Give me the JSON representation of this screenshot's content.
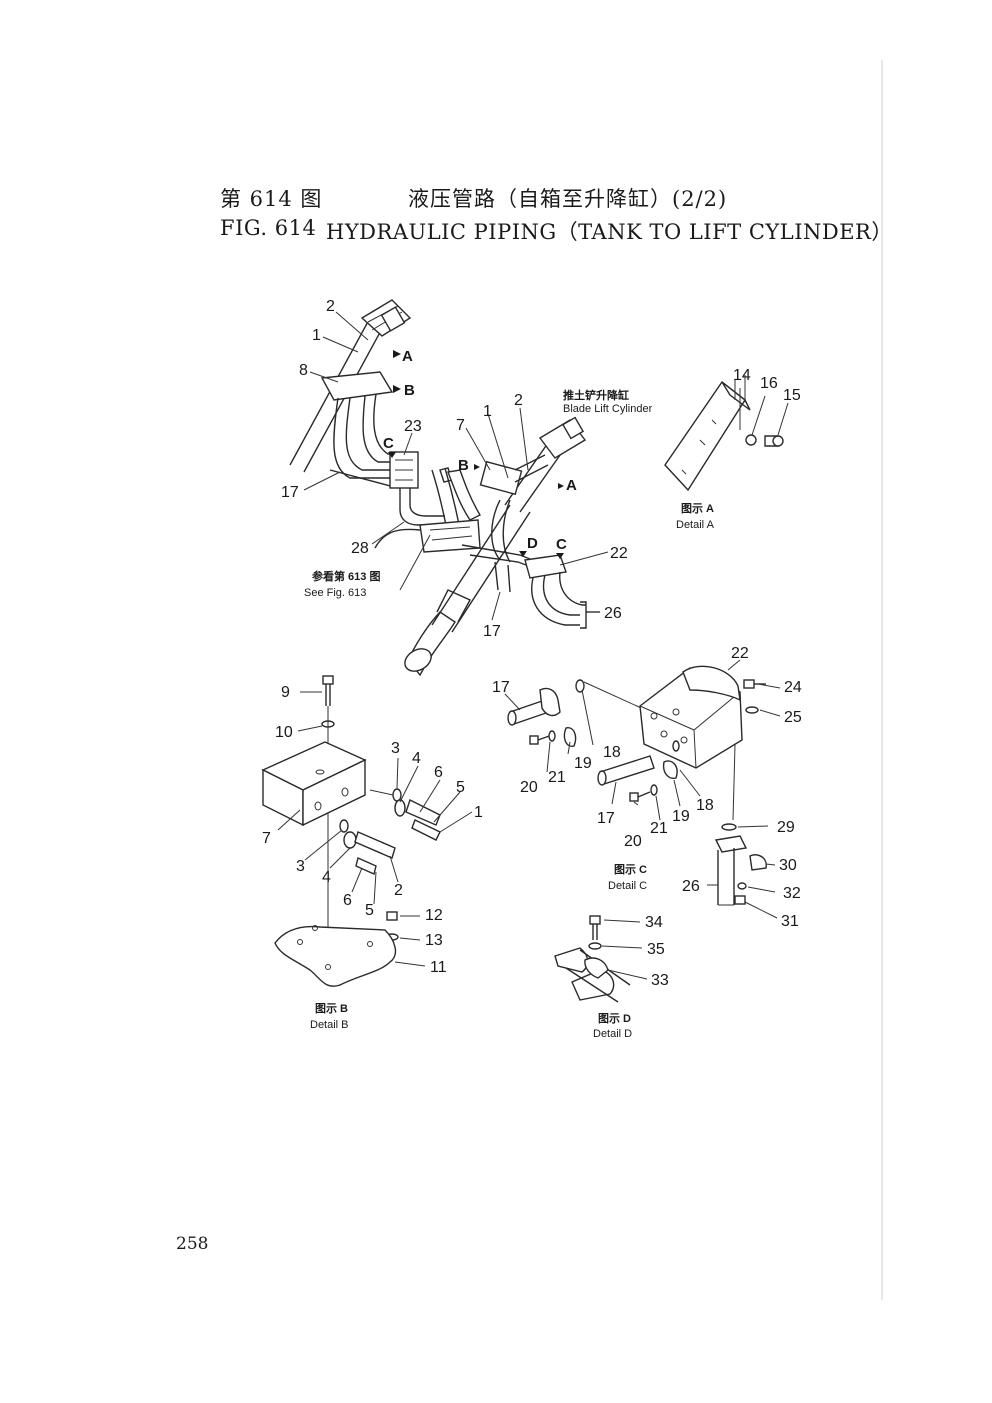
{
  "header": {
    "figure_number_cn": "第 614 图",
    "title_cn": "液压管路（自箱至升降缸）(2/2)",
    "figure_number_en": "FIG. 614",
    "title_en": "HYDRAULIC PIPING（TANK TO LIFT CYLINDER）"
  },
  "page_number": "258",
  "diagram": {
    "blade_lift_cylinder_cn": "推土铲升降缸",
    "blade_lift_cylinder_en": "Blade Lift Cylinder",
    "see_fig_cn": "参看第 613 图",
    "see_fig_en": "See Fig. 613",
    "detail_a_cn": "图示 A",
    "detail_a_en": "Detail A",
    "detail_b_cn": "图示 B",
    "detail_b_en": "Detail B",
    "detail_c_cn": "图示 C",
    "detail_c_en": "Detail C",
    "detail_d_cn": "图示 D",
    "detail_d_en": "Detail D",
    "view_letters": {
      "a": "A",
      "b": "B",
      "c": "C",
      "d": "D"
    },
    "callouts": {
      "n1": "1",
      "n2": "2",
      "n3": "3",
      "n4": "4",
      "n5": "5",
      "n6": "6",
      "n7": "7",
      "n8": "8",
      "n9": "9",
      "n10": "10",
      "n11": "11",
      "n12": "12",
      "n13": "13",
      "n14": "14",
      "n15": "15",
      "n16": "16",
      "n17": "17",
      "n18": "18",
      "n19": "19",
      "n20": "20",
      "n21": "21",
      "n22": "22",
      "n23": "23",
      "n24": "24",
      "n25": "25",
      "n26": "26",
      "n28": "28",
      "n29": "29",
      "n30": "30",
      "n31": "31",
      "n32": "32",
      "n33": "33",
      "n34": "34",
      "n35": "35"
    }
  }
}
